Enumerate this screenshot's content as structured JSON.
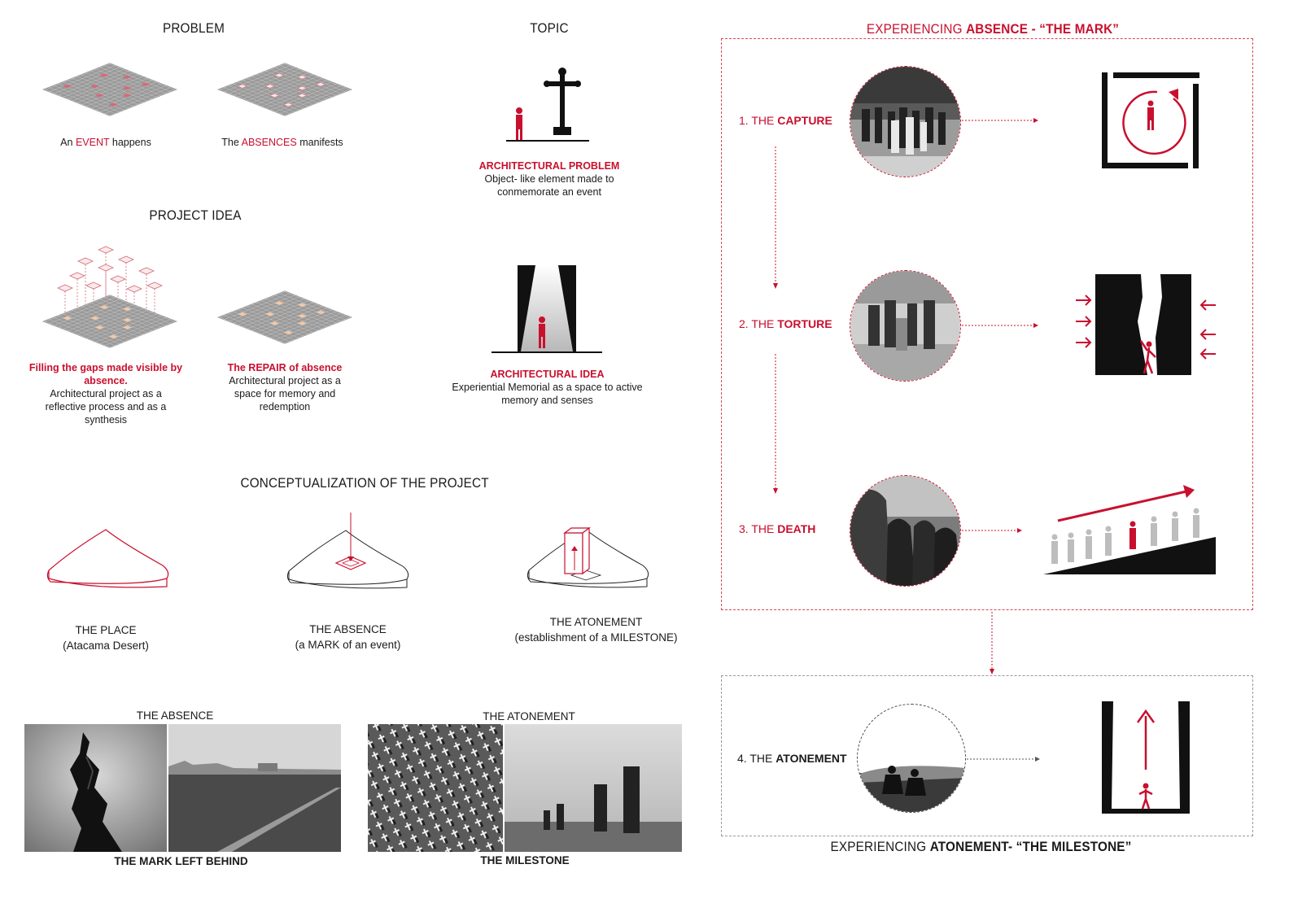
{
  "headings": {
    "problem": "PROBLEM",
    "topic": "TOPIC",
    "project_idea": "PROJECT IDEA",
    "conceptualization": "CONCEPTUALIZATION OF THE PROJECT",
    "mark_prefix": "EXPERIENCING ",
    "mark_bold": "ABSENCE - “THE MARK”",
    "atonement_prefix": "EXPERIENCING ",
    "atonement_bold": "ATONEMENT- “THE MILESTONE”"
  },
  "problem": {
    "event": {
      "pre": "An ",
      "hl": "EVENT",
      "post": " happens"
    },
    "absences": {
      "pre": "The ",
      "hl": "ABSENCES",
      "post": " manifests"
    }
  },
  "topic": {
    "problem_title": "ARCHITECTURAL PROBLEM",
    "problem_line1": "Object- like element made to",
    "problem_line2": "conmemorate an event",
    "idea_title": "ARCHITECTURAL IDEA",
    "idea_line1": "Experiential Memorial as a space to active",
    "idea_line2": "memory and senses"
  },
  "project_idea": {
    "fill_title1": "Filling the gaps made visible by",
    "fill_title2": "absence.",
    "fill_line1": "Architectural project as a",
    "fill_line2": "reflective process and as a",
    "fill_line3": "synthesis",
    "repair_pre": "The REPAIR ",
    "repair_post": "of absence",
    "repair_line1": "Architectural project as a",
    "repair_line2": "space for memory and",
    "repair_line3": "redemption"
  },
  "concept": {
    "place_title": "THE PLACE",
    "place_sub": "(Atacama Desert)",
    "absence_title": "THE ABSENCE",
    "absence_sub": "(a MARK of an event)",
    "atonement_title": "THE ATONEMENT",
    "atonement_sub": "(establishment of a MILESTONE)"
  },
  "photos": {
    "absence_top": "THE ABSENCE",
    "absence_bottom": "THE MARK LEFT BEHIND",
    "atonement_top": "THE ATONEMENT",
    "atonement_bottom": "THE MILESTONE"
  },
  "steps": [
    {
      "num": "1. THE ",
      "bold": "CAPTURE"
    },
    {
      "num": "2. THE ",
      "bold": "TORTURE"
    },
    {
      "num": "3. THE ",
      "bold": "DEATH"
    },
    {
      "num": "4. THE ",
      "bold": "ATONEMENT"
    }
  ],
  "colors": {
    "accent": "#c8102e",
    "ink": "#111111"
  }
}
